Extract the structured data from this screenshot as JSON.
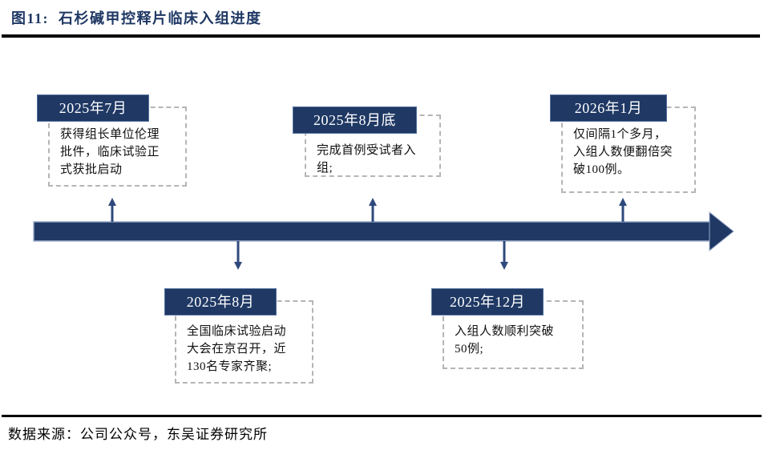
{
  "figure": {
    "title": "图11:  石杉碱甲控释片临床入组进度",
    "source": "数据来源：公司公众号，东吴证券研究所"
  },
  "colors": {
    "navy": "#1f3864",
    "bar-border": "#9aabc9",
    "arrow": "#2e4a7c",
    "dash": "#b5b5b5",
    "ink": "#111111"
  },
  "timeline": {
    "direction": "left-to-right",
    "events": [
      {
        "date": "2025年7月",
        "position": "above",
        "description": "获得组长单位伦理\n批件，临床试验正\n式获批启动"
      },
      {
        "date": "2025年8月",
        "position": "below",
        "description": "全国临床试验启动\n大会在京召开，近\n130名专家齐聚;"
      },
      {
        "date": "2025年8月底",
        "position": "above",
        "description": "完成首例受试者入\n组;"
      },
      {
        "date": "2025年12月",
        "position": "below",
        "description": "入组人数顺利突破\n50例;"
      },
      {
        "date": "2026年1月",
        "position": "above",
        "description": "仅间隔1个多月，\n入组人数便翻倍突\n破100例。"
      }
    ]
  }
}
